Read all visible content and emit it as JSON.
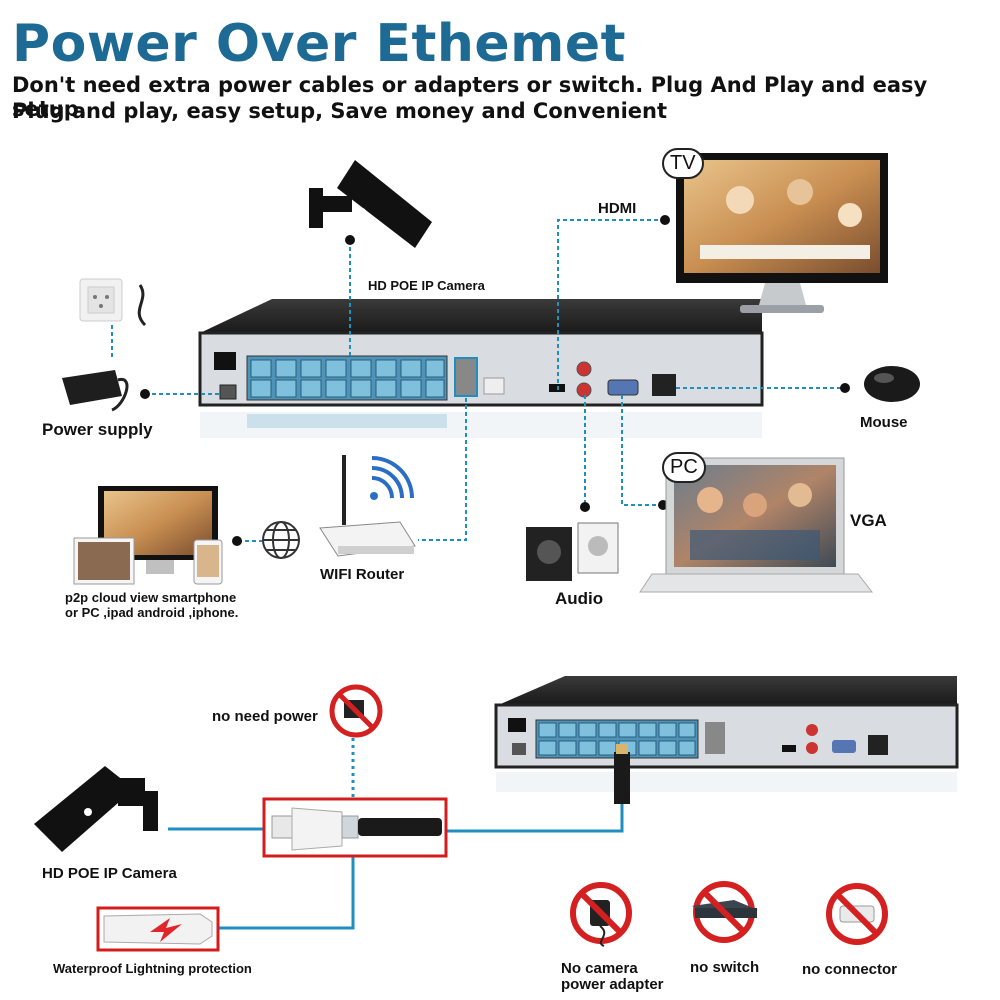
{
  "header": {
    "title": "Power Over Ethemet",
    "line1": "Don't need extra power cables or adapters or switch. Plug And Play and easy setup.",
    "line2": "Plug and play, easy setup, Save money and Convenient"
  },
  "top_diagram": {
    "camera_label": "HD POE IP Camera",
    "hdmi_label": "HDMI",
    "tv_tag": "TV",
    "power_label": "Power supply",
    "mouse_label": "Mouse",
    "pc_tag": "PC",
    "vga_label": "VGA",
    "audio_label": "Audio",
    "router_label": "WIFI Router",
    "p2p_line1": "p2p cloud view smartphone",
    "p2p_line2": "or PC ,ipad android ,iphone."
  },
  "bottom_diagram": {
    "no_need_power": "no need power",
    "camera_label": "HD POE IP Camera",
    "waterproof_label": "Waterproof Lightning protection",
    "no_adapter_line1": "No camera",
    "no_adapter_line2": "power adapter",
    "no_switch": "no switch",
    "no_connector": "no connector"
  },
  "colors": {
    "title": "#1d6a94",
    "wire": "#1f8fbf",
    "nvr_body": "#2a2a2a",
    "nvr_panel": "#dfe3e8",
    "port": "#5aa3c7",
    "prohibit": "#d42020",
    "highlight_box": "#d41c1c"
  }
}
